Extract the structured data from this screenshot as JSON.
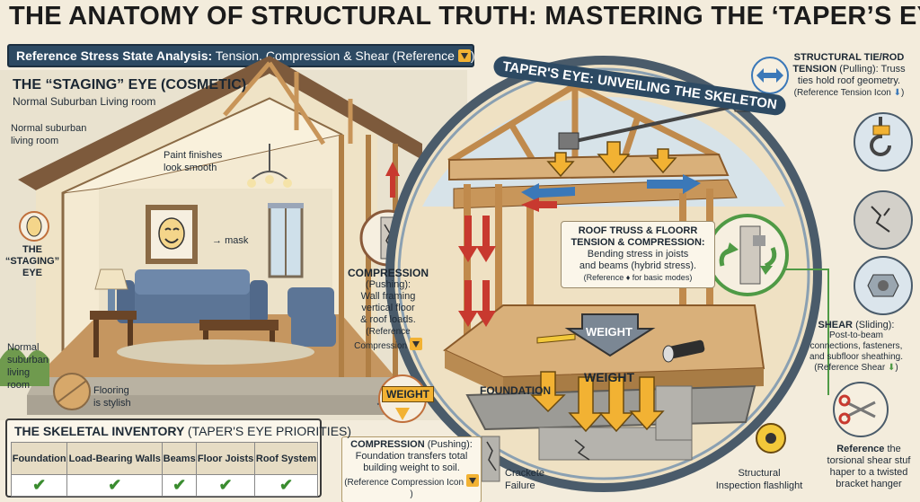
{
  "title": "THE ANATOMY OF STRUCTURAL TRUTH: MASTERING THE ‘TAPER’S EYE’",
  "subtitle": {
    "bold": "Reference Stress State Analysis:",
    "text": "Tension, Compression & Shear (Reference"
  },
  "staging": {
    "heading": "THE “STAGING” EYE (COSMETIC)",
    "subheading": "Normal Suburban Living room",
    "note_living_room_top": [
      "Normal suburban",
      "living room"
    ],
    "label_eye": [
      "THE",
      "“STAGING”",
      "EYE"
    ],
    "paint_note": [
      "Paint finishes",
      "look smooth"
    ],
    "mask_label": "mask",
    "note_living_room_bottom": [
      "Normal",
      "suburban",
      "living",
      "room"
    ],
    "flooring_note": [
      "Flooring",
      "is stylish"
    ]
  },
  "compression_walls": {
    "heading": "COMPRESSION",
    "lines": [
      "(Pushing):",
      "Wall framing",
      "vertical floor",
      "& roof loads."
    ],
    "reference": [
      "(Reference",
      "Compression"
    ]
  },
  "banner": "TAPER'S EYE: UNVEILING THE SKELETON",
  "roof_truss": {
    "heading": [
      "ROOF TRUSS & FLOORR",
      "TENSION & COMPRESSION:"
    ],
    "lines": [
      "Bending stress in joists",
      "and beams (hybrid stress)."
    ],
    "reference": "(Reference ♦ for basic modes)"
  },
  "weight_labels": [
    "WEIGHT",
    "WEIGHT",
    "WEIGHT"
  ],
  "foundation_label": "FOUNDATION",
  "compression_foundation": {
    "heading": "COMPRESSION",
    "heading_rest": "(Pushing):",
    "lines": [
      "Foundation transfers total",
      "building weight to soil."
    ],
    "reference": "(Reference Compression Icon"
  },
  "cracked_failure": [
    "Crackete",
    "Failure"
  ],
  "flashlight_label": [
    "Structural",
    "Inspection flashlight"
  ],
  "tie": {
    "heading": [
      "STRUCTURAL TIE/ROD",
      "TENSION"
    ],
    "lines": [
      "(Pulling): Truss",
      "ties hold roof geometry."
    ],
    "reference": "(Reference Tension Icon"
  },
  "shear": {
    "heading": "SHEAR",
    "heading_rest": "(Sliding):",
    "lines": [
      "Post-to-beam",
      "connections, fasteners,",
      "and subfloor sheathing."
    ],
    "reference": "(Reference Shear"
  },
  "reference_bottom": {
    "heading": "Reference",
    "heading_rest": "the",
    "lines": [
      "torsional shear stuf",
      "haper to a twisted",
      "bracket hanger"
    ]
  },
  "inventory": {
    "title": "THE SKELETAL INVENTORY",
    "title_rest": "(TAPER'S EYE PRIORITIES)",
    "columns": [
      "Foundation",
      "Load-Bearing Walls",
      "Beams",
      "Floor Joists",
      "Roof System"
    ],
    "checks": [
      "✔",
      "✔",
      "✔",
      "✔",
      "✔"
    ]
  },
  "colors": {
    "title_bar": "#2d4a63",
    "compression_red": "#c8392f",
    "tension_blue": "#3b78b8",
    "weight_yellow": "#f2b233",
    "shear_green": "#4f9a45",
    "wood": "#d9b07a"
  }
}
